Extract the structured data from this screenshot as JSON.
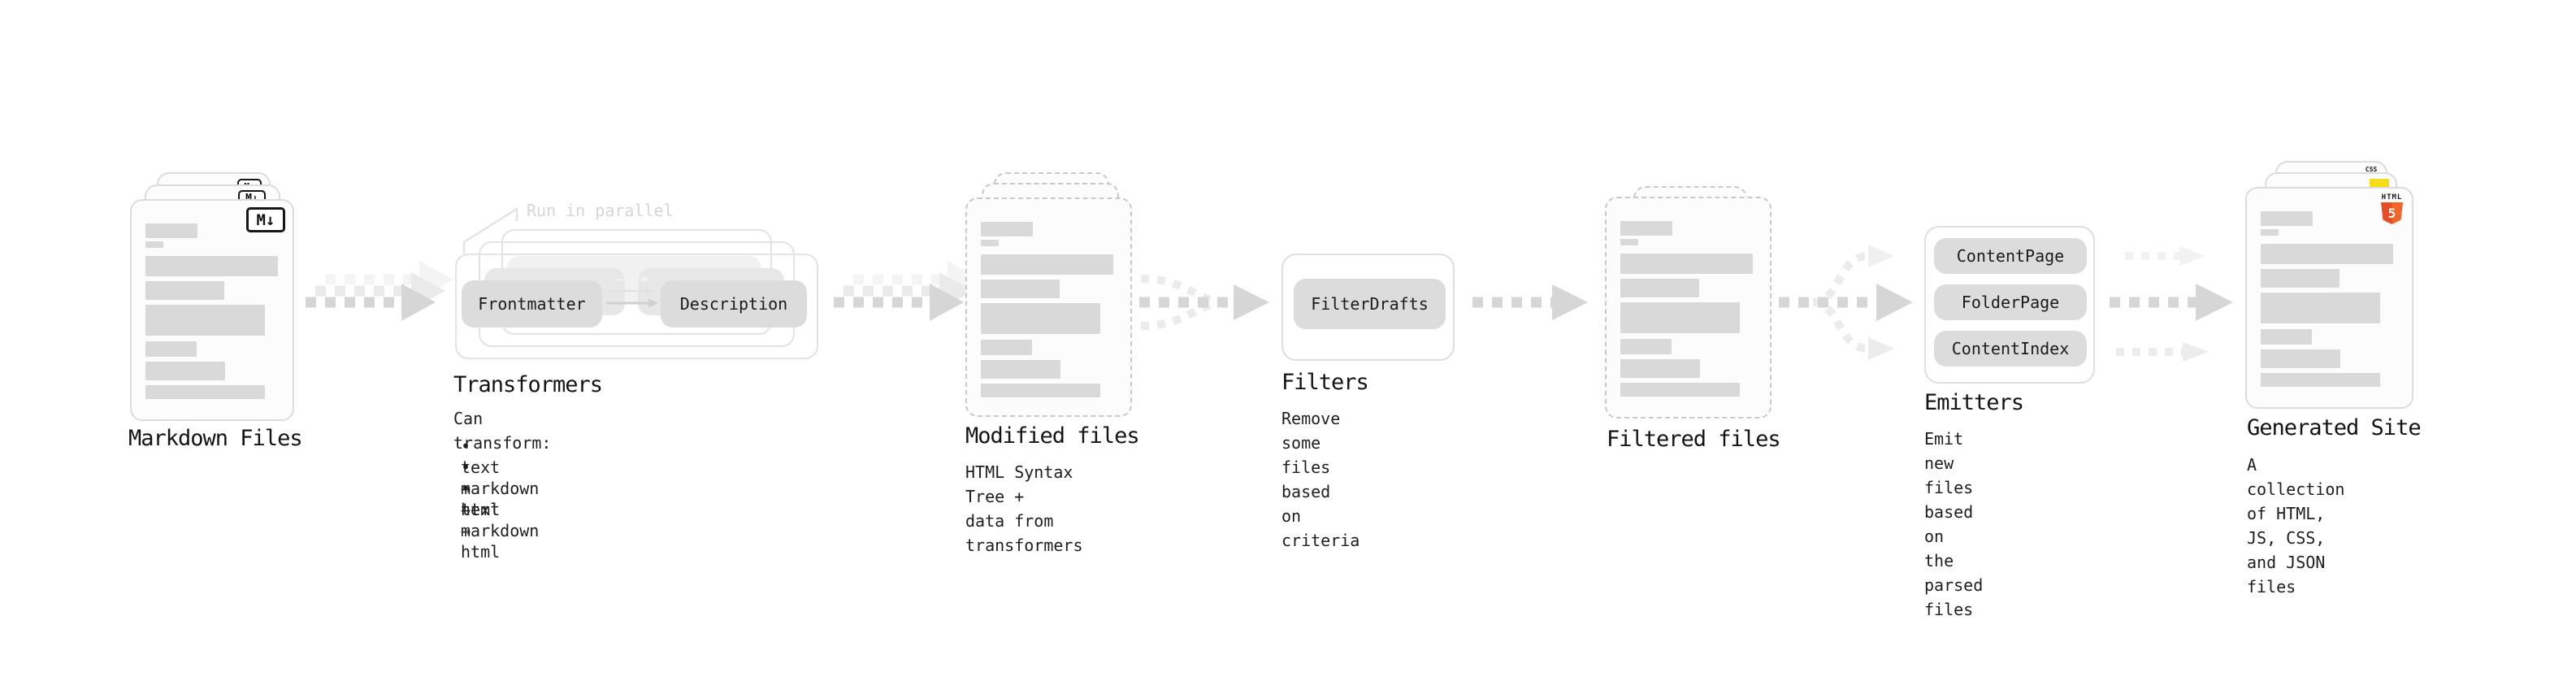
{
  "stages": {
    "markdown_files": {
      "label": "Markdown Files",
      "badge": "M↓"
    },
    "transformers": {
      "title": "Transformers",
      "note": "Run in parallel",
      "pill_left": "Frontmatter",
      "pill_right": "Description",
      "desc_heading": "Can transform:",
      "bullets": [
        "• text → text",
        "• markdown → markdown",
        "• html → html"
      ]
    },
    "modified_files": {
      "title": "Modified files",
      "subtitle": "HTML Syntax Tree +\ndata from transformers"
    },
    "filters": {
      "title": "Filters",
      "pill": "FilterDrafts",
      "subtitle": "Remove some files based\non criteria"
    },
    "filtered_files": {
      "title": "Filtered files"
    },
    "emitters": {
      "title": "Emitters",
      "pills": [
        "ContentPage",
        "FolderPage",
        "ContentIndex"
      ],
      "subtitle": "Emit new files based on\nthe parsed files"
    },
    "generated_site": {
      "title": "Generated Site",
      "subtitle": "A collection of HTML,\nJS, CSS, and JSON files",
      "badge_html_label": "HTML",
      "badge_html_number": "5",
      "badge_css_label": "CSS"
    }
  },
  "colors": {
    "text_dark": "#141414",
    "bar_gray": "#d9d9d9",
    "pill_gray": "#dcdcdc",
    "arrow_gray": "#d6d6d6",
    "arrow_light": "#ececec",
    "html5_orange": "#e44d26",
    "js_yellow": "#f5de19",
    "css_blue": "#2965f1",
    "background": "#ffffff"
  }
}
